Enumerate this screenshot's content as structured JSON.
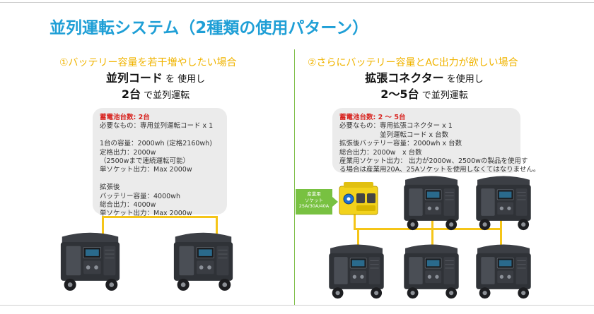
{
  "title": "並列運転システム（2種類の使用パターン）",
  "colors": {
    "title": "#1f9fd6",
    "heading": "#f0b400",
    "wire": "#f5c518",
    "divider": "#7fbf4a",
    "tag": "#78c141",
    "alert": "#d8231f",
    "box": "#ebebeb"
  },
  "left": {
    "heading": "①バッテリー容量を若干増やしたい場合",
    "line1_bold": "並列コード",
    "line1_rest": " を 使用し",
    "line2_bold": "2台",
    "line2_rest": " で並列運転",
    "box": {
      "count": "蓄電池台数: 2台",
      "lines": [
        "必要なもの：専用並列運転コード x 1",
        "",
        "1台の容量：2000wh (定格2160wh)",
        "定格出力：2000w",
        "（2500wまで連続運転可能）",
        "単ソケット出力：Max 2000w",
        "",
        "拡張後",
        "バッテリー容量：4000wh",
        "総合出力：4000w",
        "単ソケット出力：Max 2000w"
      ]
    }
  },
  "right": {
    "heading": "②さらにバッテリー容量とAC出力が欲しい場合",
    "line1_bold": "拡張コネクター",
    "line1_rest": " を使用し",
    "line2_bold": "2～5台",
    "line2_rest": " で並列運転",
    "box": {
      "count": "蓄電池台数: 2 ～ 5台",
      "lines": [
        "必要なもの：専用拡張コネクター x 1",
        "　　　　　　並列運転コード x 台数",
        "拡張後バッテリー容量：2000wh x 台数",
        "総合出力：2000w　x 台数",
        "産業用ソケット出力： 出力が2000w、2500wの製品を使用す",
        "る場合は産業用20A、25Aソケットを使用しなくてはなりません。"
      ]
    },
    "socket_tag": [
      "産業用",
      "ソケット",
      "25A/30A/40A"
    ]
  },
  "generators": {
    "left_count": 2,
    "right_count": 5
  }
}
